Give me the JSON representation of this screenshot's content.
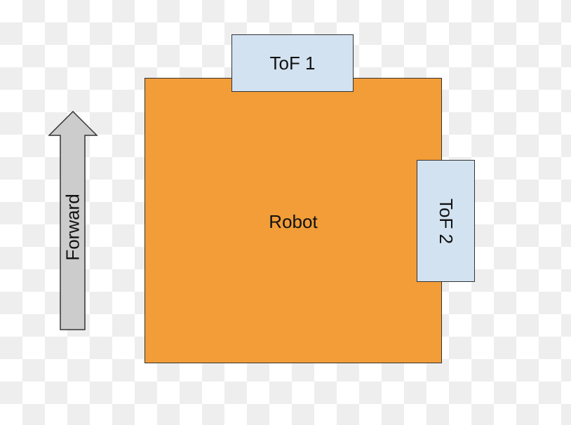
{
  "robot": {
    "label": "Robot",
    "fill": "#f29d38"
  },
  "sensors": {
    "tof1": {
      "label": "ToF 1",
      "fill": "#d2e2f1"
    },
    "tof2": {
      "label": "ToF 2",
      "fill": "#d2e2f1"
    }
  },
  "direction_arrow": {
    "label": "Forward",
    "fill": "#cccccc",
    "icon": "up-arrow-icon"
  }
}
